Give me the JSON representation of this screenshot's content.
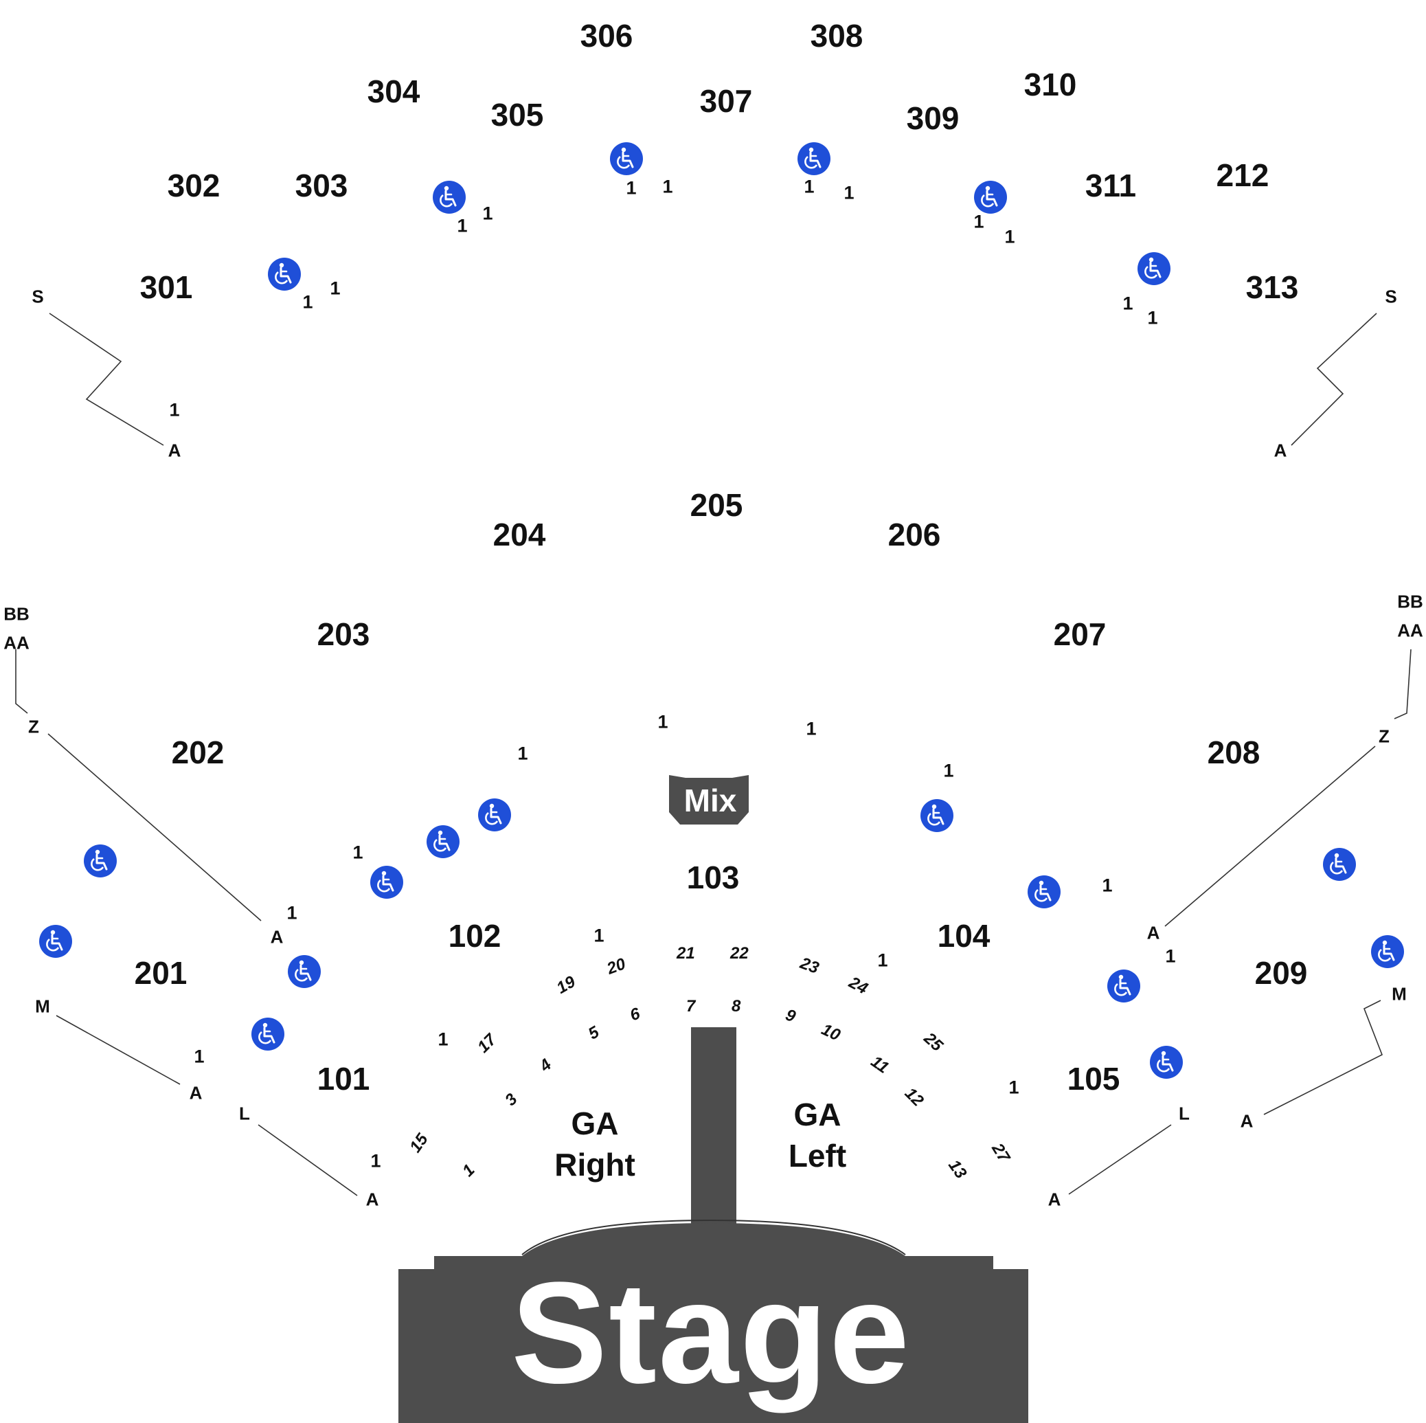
{
  "sections": {
    "s301": "301",
    "s302": "302",
    "s303": "303",
    "s304": "304",
    "s305": "305",
    "s306": "306",
    "s307": "307",
    "s308": "308",
    "s309": "309",
    "s310": "310",
    "s311": "311",
    "s212": "212",
    "s313": "313",
    "s201": "201",
    "s202": "202",
    "s203": "203",
    "s204": "204",
    "s205": "205",
    "s206": "206",
    "s207": "207",
    "s208": "208",
    "s209": "209",
    "s101": "101",
    "s102": "102",
    "s103": "103",
    "s104": "104",
    "s105": "105"
  },
  "ga_right": {
    "line1": "GA",
    "line2": "Right"
  },
  "ga_left": {
    "line1": "GA",
    "line2": "Left"
  },
  "mix_label": "Mix",
  "stage_label": "Stage",
  "row_labels": {
    "S": "S",
    "A": "A",
    "BB": "BB",
    "AA": "AA",
    "Z": "Z",
    "M": "M",
    "L": "L"
  },
  "seat_one": "1",
  "pit_numbers": [
    "1",
    "3",
    "4",
    "5",
    "6",
    "7",
    "8",
    "9",
    "10",
    "11",
    "12",
    "13",
    "15",
    "17",
    "19",
    "20",
    "21",
    "22",
    "23",
    "24",
    "25",
    "27"
  ],
  "colors": {
    "stage": "#4d4d4d",
    "accessible": "#1f4fd8",
    "text": "#111111",
    "lines": "#333333"
  },
  "icons": {
    "accessible": "wheelchair-icon"
  }
}
